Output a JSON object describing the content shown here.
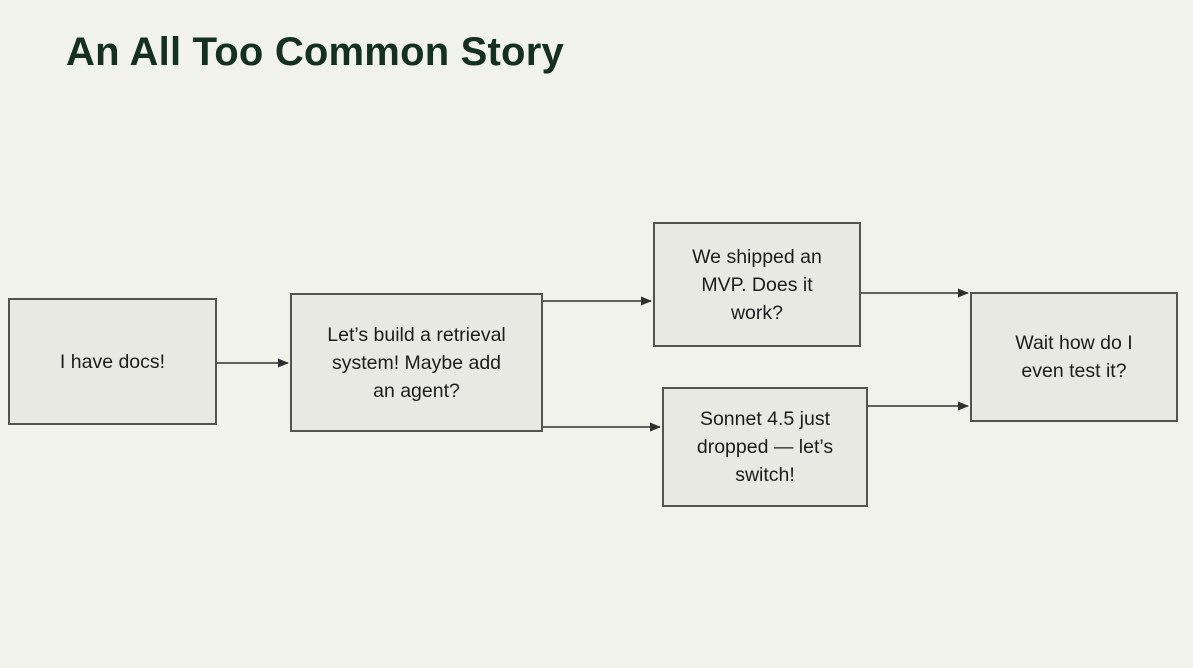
{
  "slide": {
    "title": "An All Too Common Story"
  },
  "colors": {
    "background": "#f2f2ed",
    "title_text": "#15301e",
    "box_fill": "#e9e9e3",
    "box_border": "#54544e",
    "box_text": "#1c1c1c",
    "arrow": "#2f2f2f"
  },
  "diagram": {
    "type": "flowchart",
    "nodes": [
      {
        "id": "docs",
        "label": "I have docs!"
      },
      {
        "id": "build",
        "label": "Let’s build a retrieval\nsystem! Maybe add\nan agent?"
      },
      {
        "id": "mvp",
        "label": "We shipped an\nMVP. Does it\nwork?"
      },
      {
        "id": "sonnet",
        "label": "Sonnet 4.5 just\ndropped — let’s\nswitch!"
      },
      {
        "id": "test",
        "label": "Wait how do I\neven test it?"
      }
    ],
    "edges": [
      {
        "from": "docs",
        "to": "build"
      },
      {
        "from": "build",
        "to": "mvp"
      },
      {
        "from": "build",
        "to": "sonnet"
      },
      {
        "from": "mvp",
        "to": "test"
      },
      {
        "from": "sonnet",
        "to": "test"
      }
    ]
  }
}
